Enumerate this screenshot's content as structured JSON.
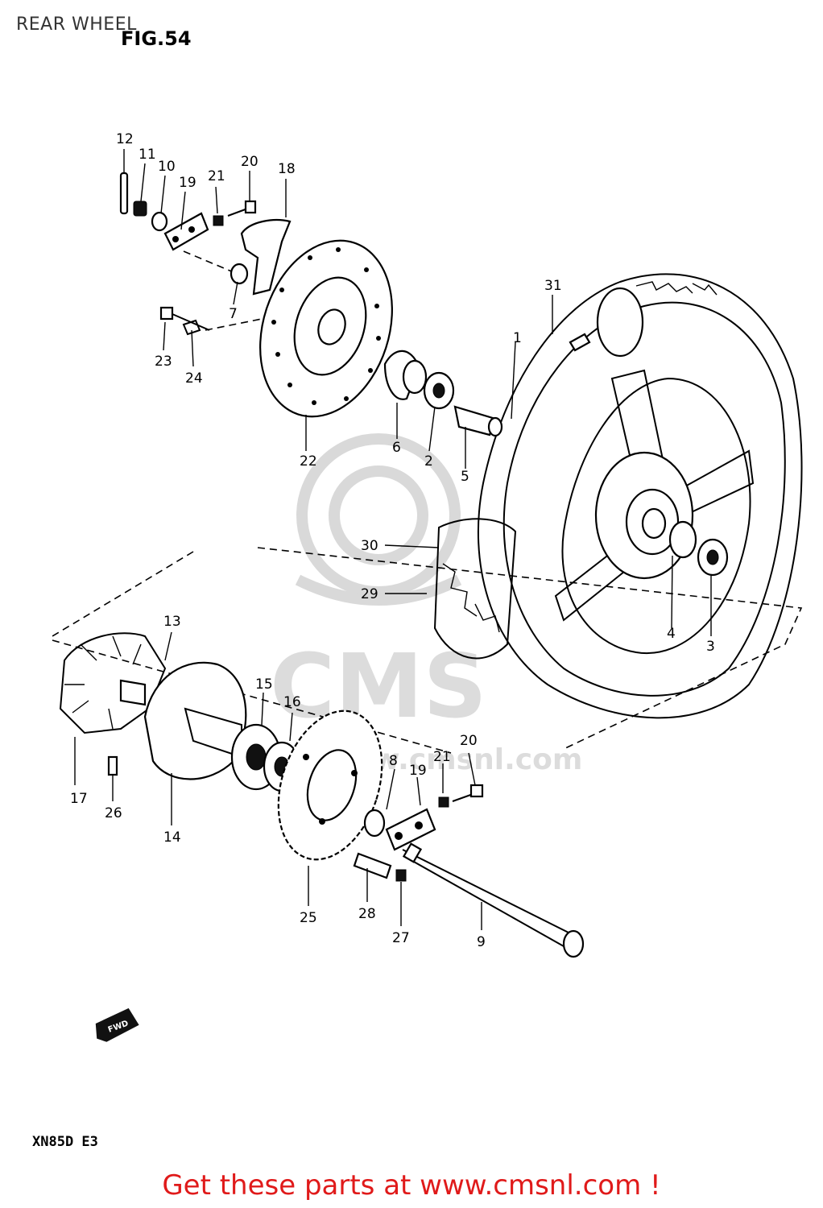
{
  "page": {
    "title": "REAR WHEEL",
    "figure": "FIG.54",
    "model_code": "XN85D  E3",
    "cta": "Get these parts at www.cmsnl.com !"
  },
  "watermark": {
    "logo_text": "CMS",
    "url_text": "www.cmsnl.com"
  },
  "fwd_marker": "FWD",
  "callouts": [
    "1",
    "2",
    "3",
    "4",
    "5",
    "6",
    "7",
    "8",
    "9",
    "10",
    "11",
    "12",
    "13",
    "14",
    "15",
    "16",
    "17",
    "18",
    "19",
    "19",
    "20",
    "20",
    "21",
    "21",
    "22",
    "23",
    "24",
    "25",
    "26",
    "27",
    "28",
    "29",
    "30",
    "31"
  ]
}
